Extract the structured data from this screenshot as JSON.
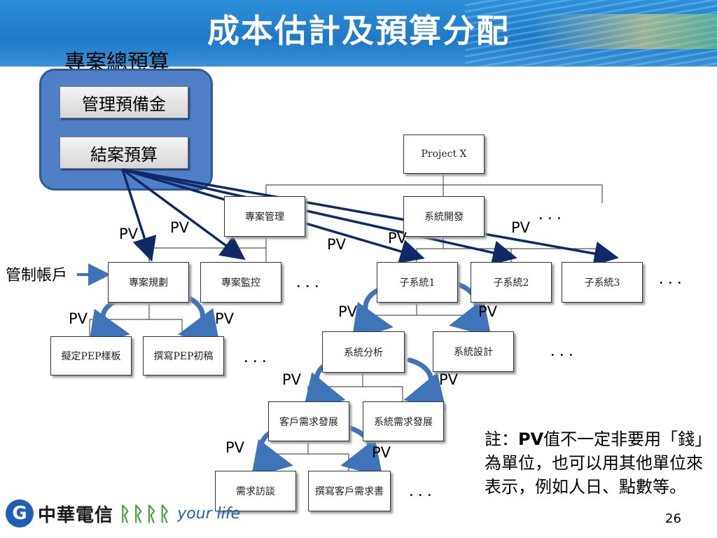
{
  "title": "成本估計及預算分配",
  "budget": {
    "label": "專案總預算",
    "items": [
      "管理預備金",
      "結案預算"
    ]
  },
  "control_account_label": "管制帳戶",
  "nodes": {
    "root": "Project X",
    "pm": "專案管理",
    "sd": "系統開發",
    "plan": "專案規劃",
    "monitor": "專案監控",
    "sub1": "子系統1",
    "sub2": "子系統2",
    "sub3": "子系統3",
    "pep_template": "擬定PEP樣板",
    "pep_draft": "撰寫PEP初稿",
    "analysis": "系統分析",
    "design": "系統設計",
    "cust_req": "客戶需求發展",
    "sys_req": "系統需求發展",
    "interview": "需求訪談",
    "req_doc": "撰寫客戶需求書"
  },
  "pv_label": "PV",
  "ellipsis": "．．．",
  "note": {
    "prefix": "註：",
    "bold": "PV",
    "text": "值不一定非要用「錢」為單位，也可以用其他單位來表示，例如人日、點數等。"
  },
  "page_number": "26",
  "logo": {
    "name": "中華電信",
    "tagline": "your life"
  },
  "colors": {
    "header": "#1f78c6",
    "panel": "#4f7fc6",
    "arrow": "#0f2a66",
    "curve_arrow": "#3f74b8"
  }
}
